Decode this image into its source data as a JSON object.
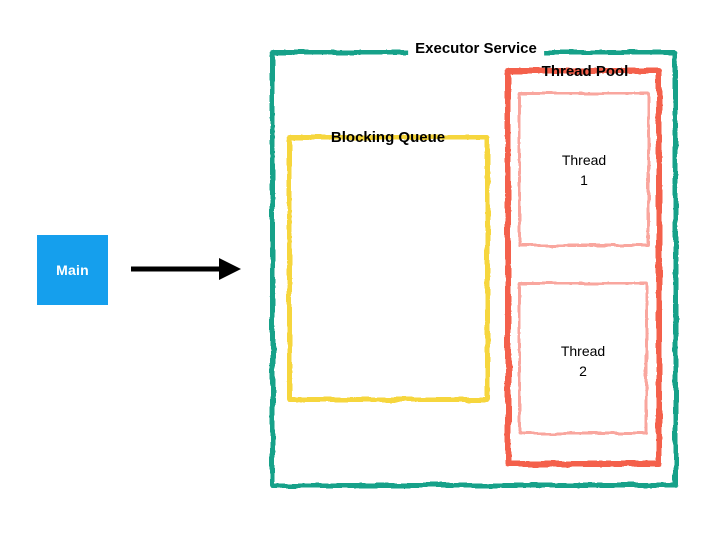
{
  "diagram": {
    "main": {
      "label": "Main"
    },
    "executor": {
      "label": "Executor Service"
    },
    "blocking_queue": {
      "label": "Blocking Queue"
    },
    "thread_pool": {
      "label": "Thread Pool"
    },
    "threads": [
      {
        "line1": "Thread",
        "line2": "1"
      },
      {
        "line1": "Thread",
        "line2": "2"
      }
    ],
    "arrow": {
      "from": "Main",
      "to": "Executor Service"
    }
  },
  "colors": {
    "executor_border": "#12A189",
    "blocking_queue_border": "#F6D63C",
    "thread_pool_border": "#F4604C",
    "thread_border": "#F9A69E",
    "main_fill": "#159FED",
    "main_text": "#FFFFFF",
    "label_text": "#000000",
    "arrow": "#000000",
    "background": "#FFFFFF"
  }
}
